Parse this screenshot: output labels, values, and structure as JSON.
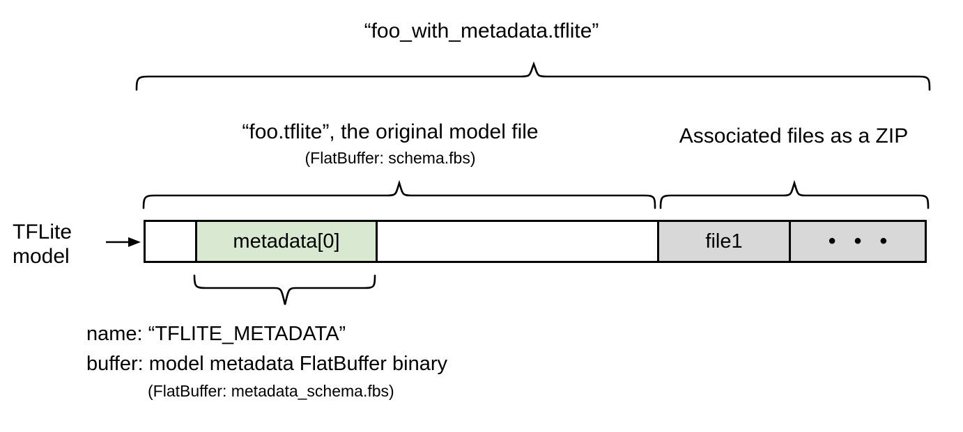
{
  "diagram": {
    "title": "“foo_with_metadata.tflite”",
    "sections": {
      "original_model": {
        "caption": "“foo.tflite”, the original model file",
        "subcaption": "(FlatBuffer: schema.fbs)"
      },
      "associated_files": {
        "caption": "Associated files as a ZIP"
      }
    },
    "source_label": {
      "line1": "TFLite",
      "line2": "model"
    },
    "arrow_icon": "right-arrow-icon",
    "bar": {
      "cells": [
        {
          "id": "header",
          "label": "",
          "fill": "#ffffff"
        },
        {
          "id": "metadata",
          "label": "metadata[0]",
          "fill": "#d9e8d1"
        },
        {
          "id": "body",
          "label": "",
          "fill": "#ffffff"
        },
        {
          "id": "file1",
          "label": "file1",
          "fill": "#d8d8d8"
        },
        {
          "id": "more",
          "label": "• • •",
          "fill": "#d8d8d8"
        }
      ]
    },
    "metadata_annotation": {
      "name_line": "name: “TFLITE_METADATA”",
      "buffer_line": "buffer: model metadata FlatBuffer binary",
      "sub_line": "(FlatBuffer: metadata_schema.fbs)"
    },
    "colors": {
      "metadata_fill": "#d9e8d1",
      "zip_fill": "#d8d8d8",
      "stroke": "#000000",
      "background": "#ffffff"
    }
  }
}
